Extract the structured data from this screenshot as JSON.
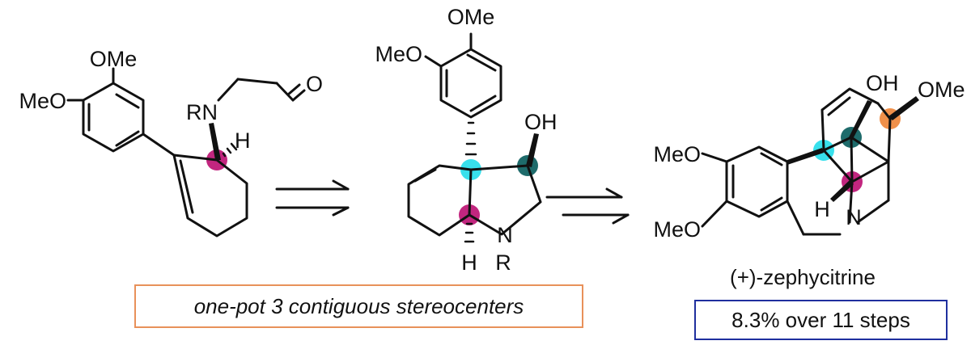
{
  "colors": {
    "magenta": "#c2267f",
    "cyan": "#38e0ec",
    "teal": "#1e6b6b",
    "orange": "#f0904a",
    "note_border": "#e8915a",
    "yield_border": "#1f2f9e"
  },
  "starting_material": {
    "ome": "OMe",
    "meo": "MeO",
    "rn": "RN",
    "h": "H",
    "o": "O"
  },
  "intermediate": {
    "ome": "OMe",
    "meo": "MeO",
    "oh": "OH",
    "n": "N",
    "r": "R",
    "h": "H"
  },
  "product": {
    "oh": "OH",
    "ome": "OMe",
    "meo_top": "MeO",
    "meo_bottom": "MeO",
    "h": "H",
    "n": "N",
    "name": "(+)-zephycitrine"
  },
  "annotations": {
    "note": "one-pot 3 contiguous stereocenters",
    "yield": "8.3% over 11 steps"
  }
}
